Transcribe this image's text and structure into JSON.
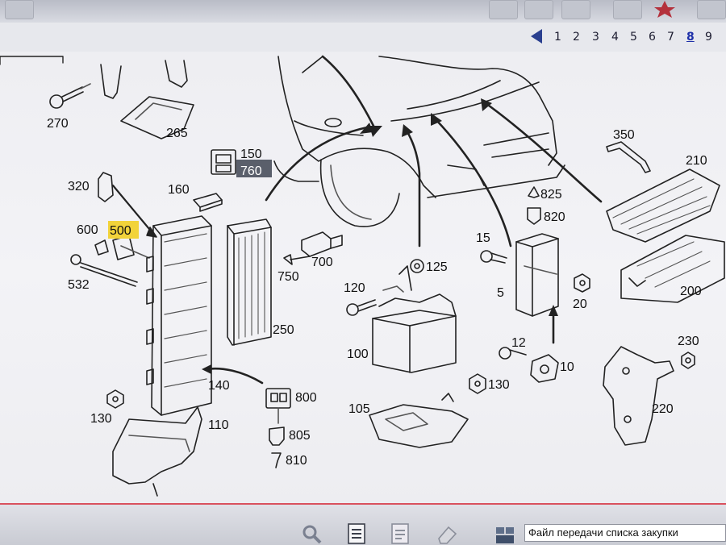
{
  "pager": {
    "pages": [
      "1",
      "2",
      "3",
      "4",
      "5",
      "6",
      "7",
      "8",
      "9"
    ],
    "current": "8"
  },
  "diagram": {
    "part_numbers": {
      "p270": "270",
      "p265": "265",
      "p150": "150",
      "p760": "760",
      "p160": "160",
      "p320": "320",
      "p600": "600",
      "p500": "500",
      "p532": "532",
      "p750": "750",
      "p700": "700",
      "p250": "250",
      "p140": "140",
      "p130a": "130",
      "p110": "110",
      "p800": "800",
      "p805": "805",
      "p810": "810",
      "p120": "120",
      "p125": "125",
      "p100": "100",
      "p105": "105",
      "p130b": "130",
      "p825": "825",
      "p820": "820",
      "p15": "15",
      "p5": "5",
      "p20": "20",
      "p12": "12",
      "p10": "10",
      "p350": "350",
      "p210": "210",
      "p200": "200",
      "p230": "230",
      "p220": "220"
    },
    "highlight_colors": {
      "yellow": "#f2d33a",
      "gray": "#5a5f6b"
    }
  },
  "toolbar": {
    "icons": [
      "search-icon",
      "document-list-icon",
      "document-icon",
      "eraser-icon",
      "cart-transfer-icon"
    ],
    "status_text": "Файл передачи списка закупки"
  },
  "colors": {
    "accent_red": "#d9515e",
    "nav_blue": "#2a3f8f"
  }
}
